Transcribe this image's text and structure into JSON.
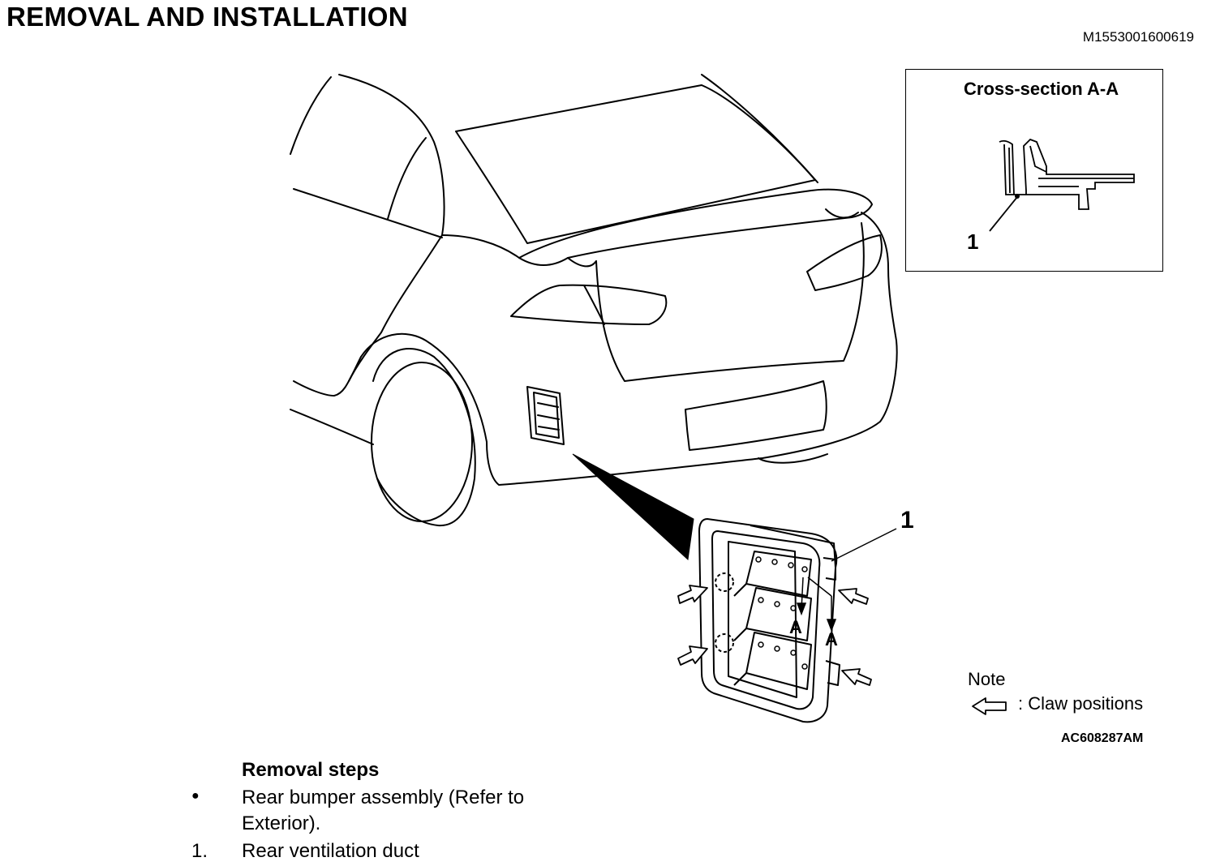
{
  "header": {
    "title": "REMOVAL AND INSTALLATION",
    "doc_id": "M1553001600619"
  },
  "inset": {
    "title": "Cross-section A-A",
    "callout": "1"
  },
  "figure": {
    "part_callout": "1",
    "section_label": "A",
    "figure_id": "AC608287AM"
  },
  "note": {
    "title": "Note",
    "legend_icon": "hollow-arrow-left-icon",
    "legend_text": ": Claw positions"
  },
  "removal": {
    "title": "Removal steps",
    "steps": [
      {
        "marker": "●",
        "text": "Rear bumper assembly (Refer to Exterior)."
      },
      {
        "marker": "1.",
        "text": "Rear ventilation duct"
      }
    ]
  }
}
